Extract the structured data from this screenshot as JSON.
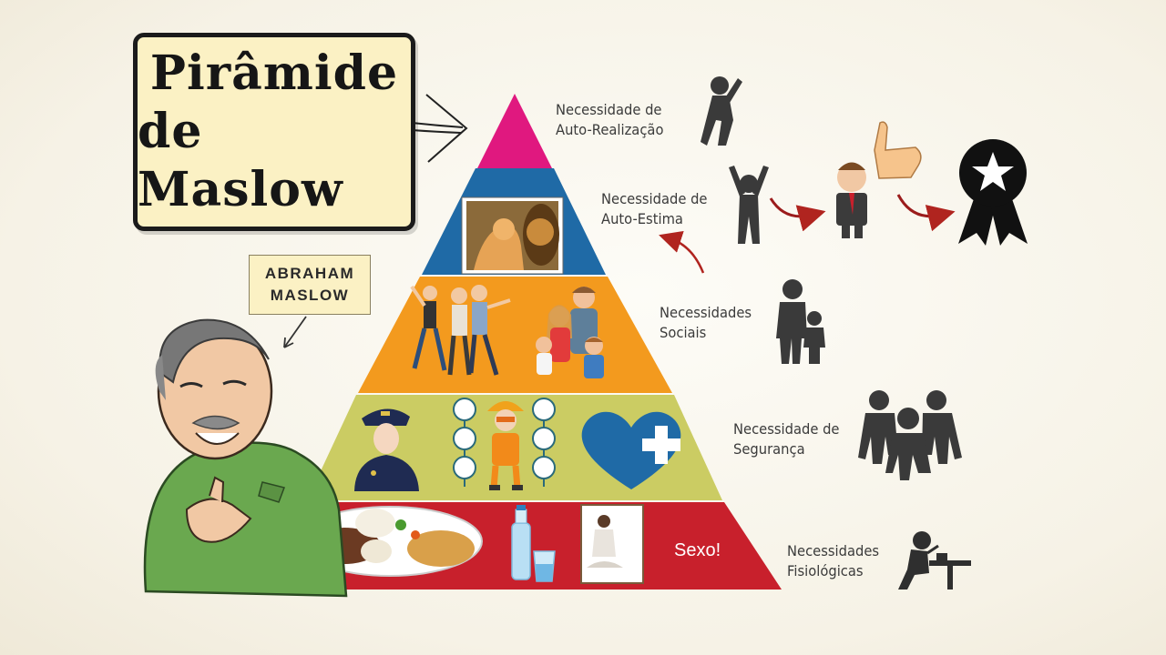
{
  "title": {
    "line1": "Pirâmide",
    "line2": "de Maslow"
  },
  "author": {
    "line1": "ABRAHAM",
    "line2": "MASLOW"
  },
  "levels": [
    {
      "line1": "Necessidade de",
      "line2": "Auto-Realização",
      "color": "#e0187f"
    },
    {
      "line1": "Necessidade de",
      "line2": "Auto-Estima",
      "color": "#1f6aa6"
    },
    {
      "line1": "Necessidades",
      "line2": "Sociais",
      "color": "#f39a1e"
    },
    {
      "line1": "Necessidade de",
      "line2": "Segurança",
      "color": "#cbcc63"
    },
    {
      "line1": "Necessidades",
      "line2": "Fisiológicas",
      "color": "#c8202c"
    }
  ],
  "physiological_text": "Sexo!",
  "colors": {
    "accent_red": "#9b1c1c",
    "icon_dark": "#3a3a3a",
    "title_box": "#fbf1c4"
  }
}
